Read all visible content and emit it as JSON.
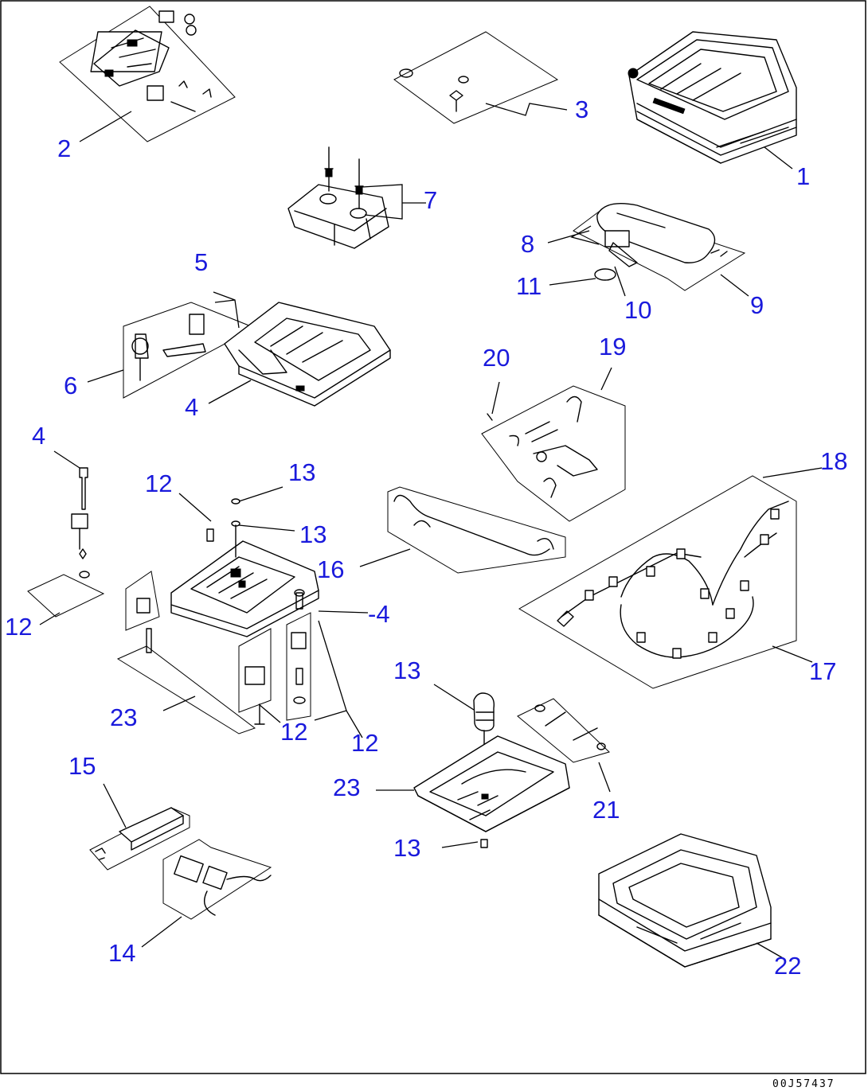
{
  "diagram": {
    "callouts": [
      "1",
      "2",
      "3",
      "4",
      "5",
      "6",
      "7",
      "8",
      "9",
      "10",
      "11",
      "12",
      "13",
      "14",
      "15",
      "16",
      "17",
      "18",
      "19",
      "20",
      "21",
      "22",
      "23"
    ],
    "labels": {
      "n1": "1",
      "n2": "2",
      "n3": "3",
      "n4a": "4",
      "n4b": "4",
      "n4c": "-4",
      "n5": "5",
      "n6": "6",
      "n7": "7",
      "n8": "8",
      "n9": "9",
      "n10": "10",
      "n11": "11",
      "n12a": "12",
      "n12b": "12",
      "n12c": "12",
      "n12d": "12",
      "n13a": "13",
      "n13b": "13",
      "n13c": "13",
      "n13d": "13",
      "n14": "14",
      "n15": "15",
      "n16": "16",
      "n17": "17",
      "n18": "18",
      "n19": "19",
      "n20": "20",
      "n21": "21",
      "n22": "22",
      "n23a": "23",
      "n23b": "23"
    },
    "drawing_code": "00J57437",
    "callout_color": "#1a1adc"
  }
}
